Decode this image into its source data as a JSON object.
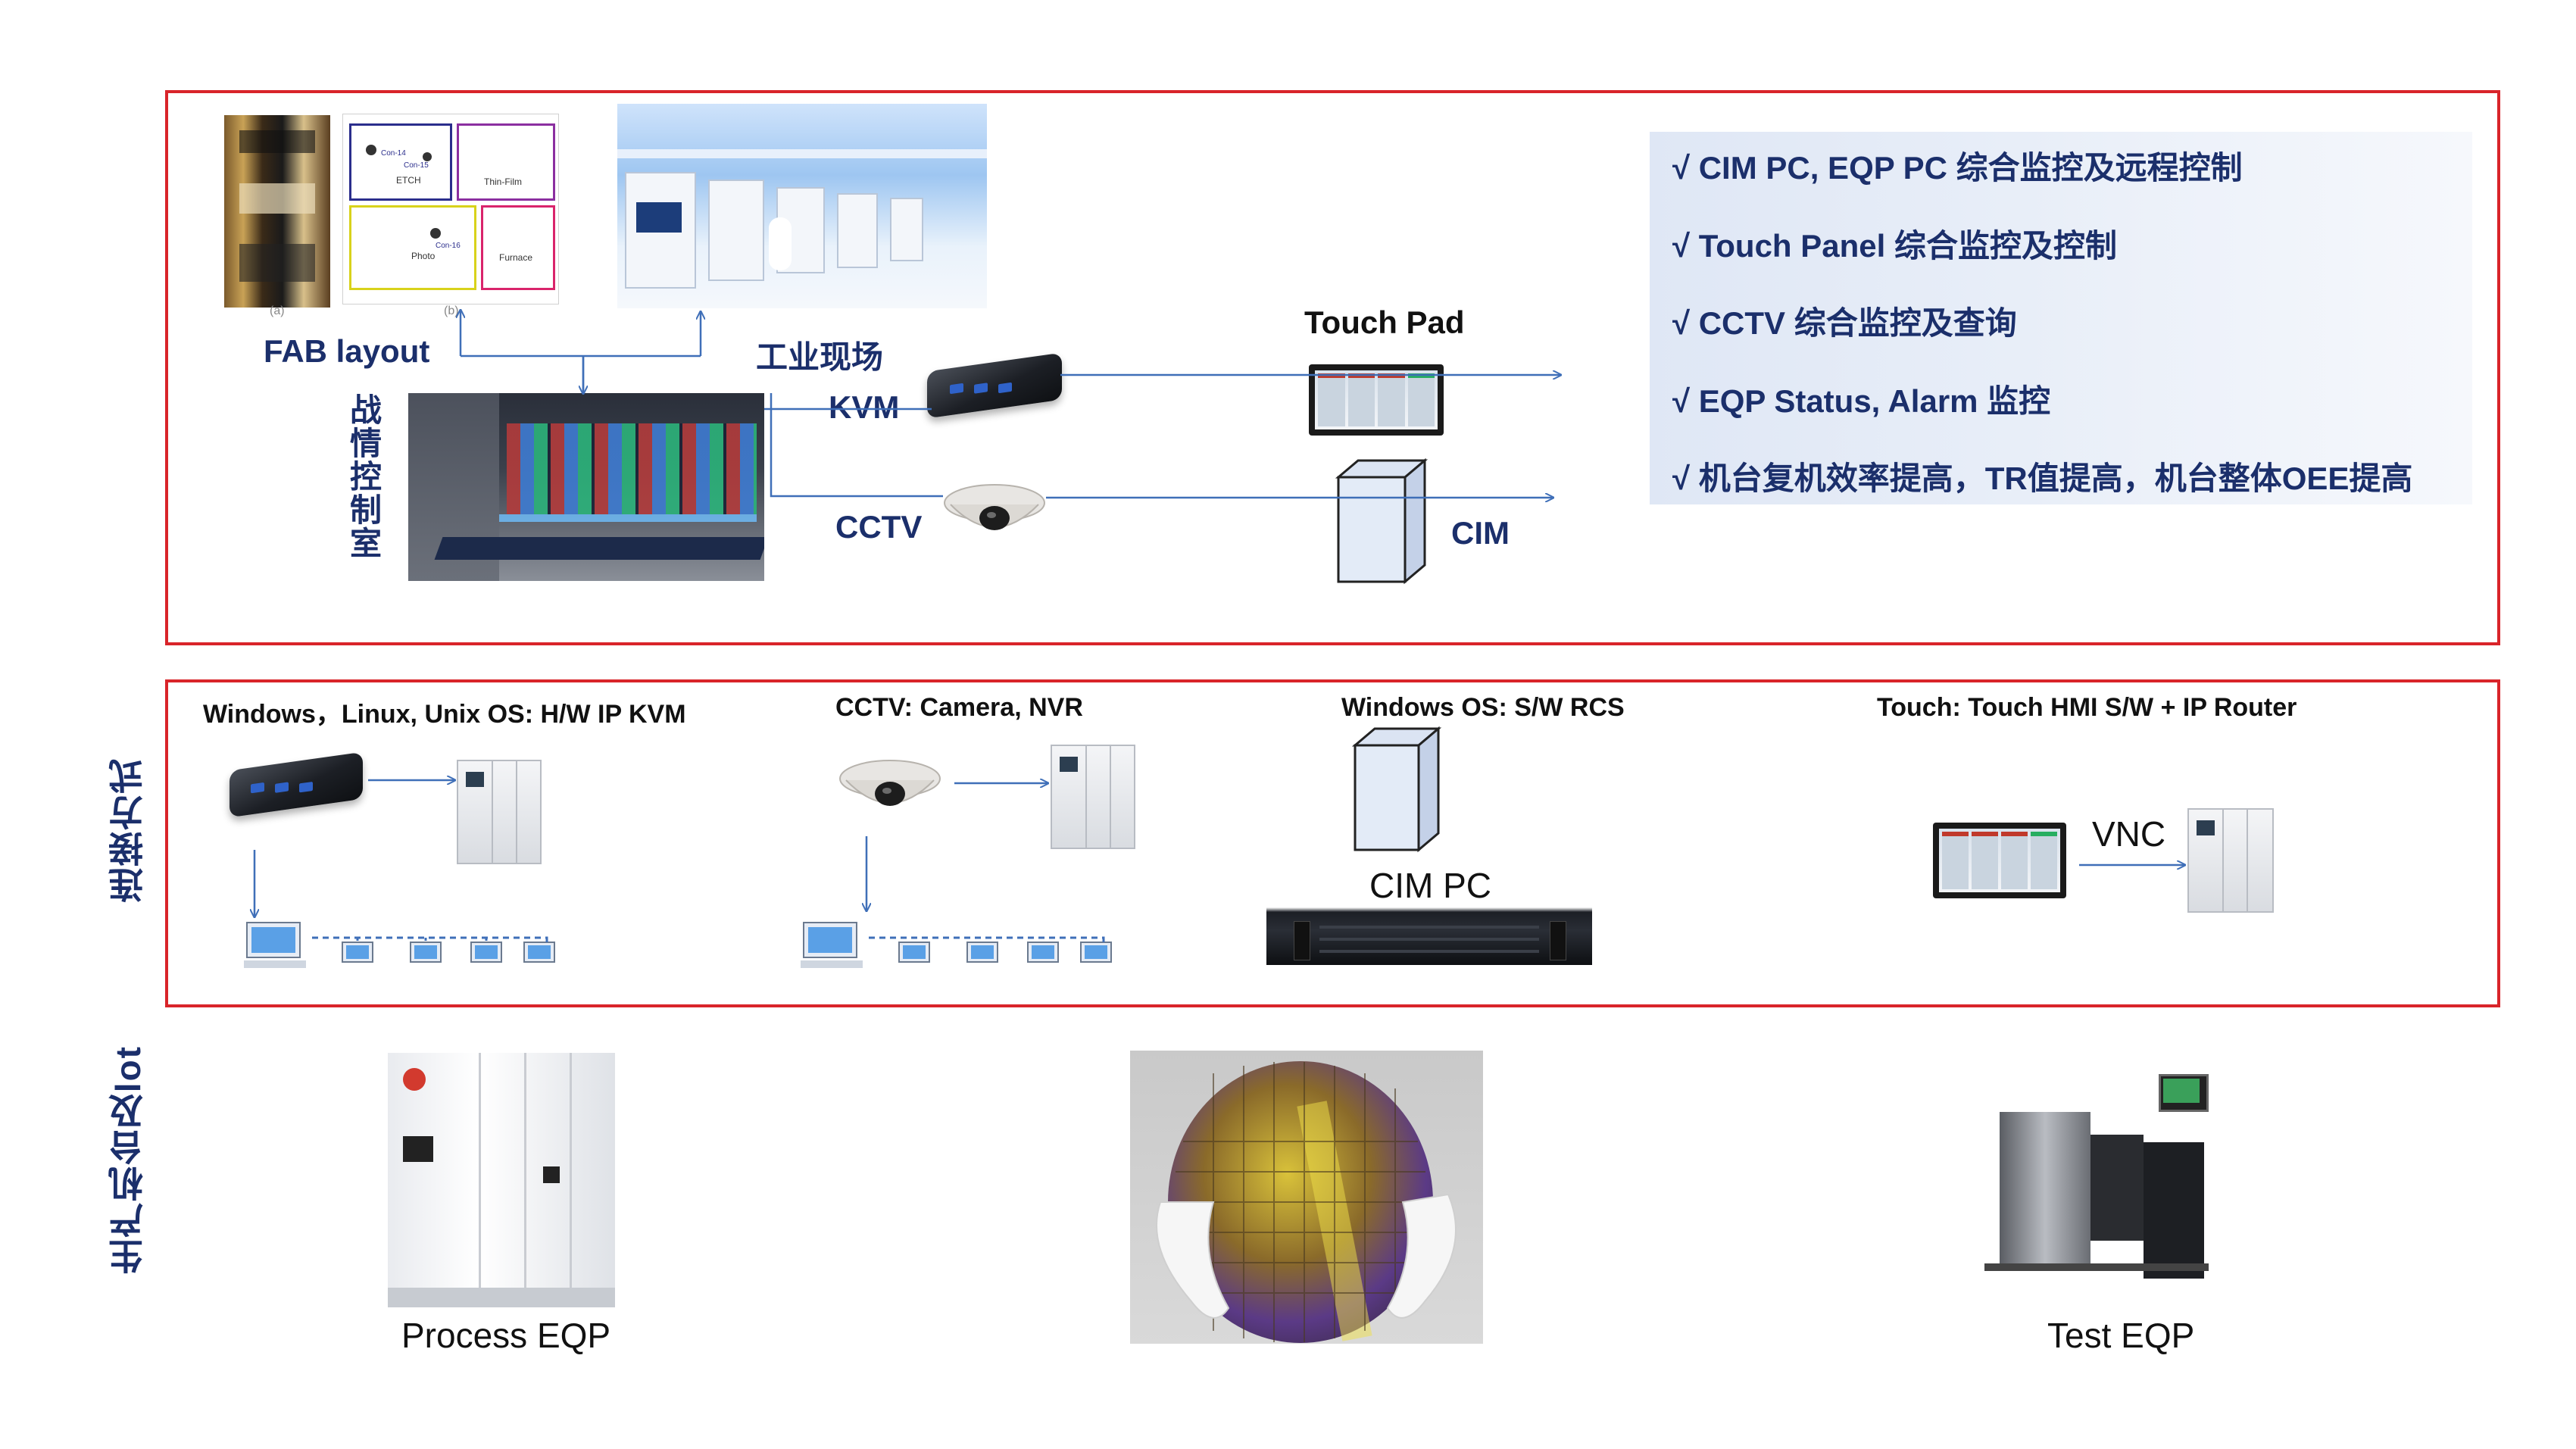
{
  "top_panel": {
    "fab_layout_label": "FAB layout",
    "fab_layout_areas": [
      "ETCH",
      "Thin-Film",
      "Photo",
      "Furnace",
      "Con-14",
      "Con-15",
      "Con-16"
    ],
    "fab_layout_captions": [
      "(a)",
      "(b)"
    ],
    "site_label": "工业现场",
    "control_room_label_chars": [
      "战",
      "情",
      "控",
      "制",
      "室"
    ],
    "kvm_label": "KVM",
    "cctv_label": "CCTV",
    "touch_pad_label": "Touch Pad",
    "cim_label": "CIM"
  },
  "features": [
    "√  CIM PC, EQP PC 综合监控及远程控制",
    "√  Touch Panel 综合监控及控制",
    "√  CCTV 综合监控及查询",
    "√  EQP Status, Alarm 监控",
    "√  机台复机效率提高，TR值提高，机台整体OEE提高"
  ],
  "middle_panel": {
    "side_label": "连接方式",
    "col1_title": "Windows，Linux, Unix OS: H/W IP KVM",
    "col2_title": "CCTV: Camera, NVR",
    "col3_title": "Windows OS: S/W RCS",
    "col3_device": "CIM PC",
    "col4_title": "Touch: Touch HMI S/W + IP Router",
    "col4_link": "VNC"
  },
  "bottom": {
    "side_label": "生产机台及lot",
    "process_eqp": "Process EQP",
    "test_eqp": "Test EQP"
  },
  "colors": {
    "panel_border": "#d9242a",
    "heading_navy": "#1b2f6b",
    "connector_blue": "#3f6fb8"
  }
}
